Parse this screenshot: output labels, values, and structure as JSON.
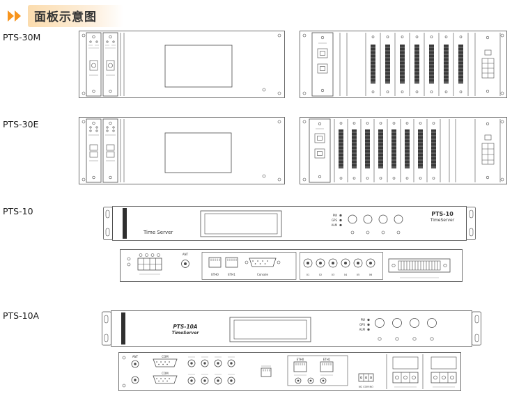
{
  "header": {
    "title": "面板示意图"
  },
  "sections": {
    "pts30m": {
      "label": "PTS-30M"
    },
    "pts30e": {
      "label": "PTS-30E"
    },
    "pts10": {
      "label": "PTS-10",
      "front": {
        "device_text": "Time Server",
        "brand_line1": "PTS-10",
        "brand_line2": "TimeServer",
        "leds": [
          "PW",
          "GPS",
          "ALM"
        ]
      },
      "rear": {
        "ant_label": "ANT",
        "eth0_label": "ETH0",
        "eth1_label": "ETH1",
        "console_label": "Console",
        "bnc_labels": [
          "01",
          "02",
          "03",
          "04",
          "05",
          "06"
        ]
      }
    },
    "pts10a": {
      "label": "PTS-10A",
      "front": {
        "brand_line1": "PTS-10A",
        "brand_line2": "TimeServer",
        "leds": [
          "PW",
          "GPS",
          "ALM"
        ]
      },
      "rear": {
        "ant_label": "ANT",
        "com1_label": "COM",
        "com2_label": "COM",
        "eth0_label": "ETH0",
        "eth1_label": "ETH1",
        "relay_label": "NC COM NO"
      }
    }
  },
  "colors": {
    "accent": "#f7941d",
    "line": "#4a4a4a"
  }
}
